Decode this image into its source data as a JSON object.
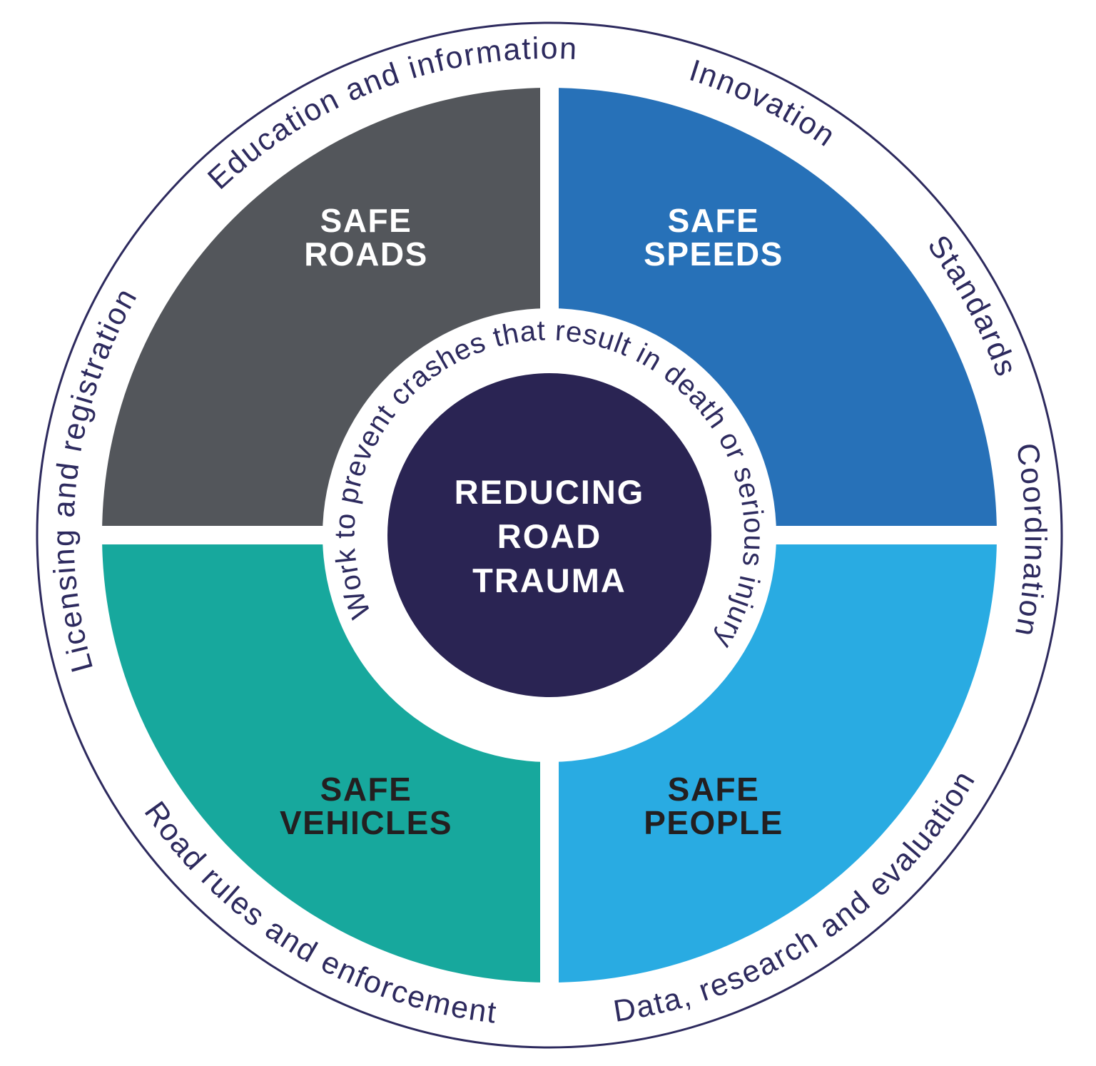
{
  "diagram": {
    "center_circle": {
      "line1": "REDUCING",
      "line2": "ROAD",
      "line3": "TRAUMA",
      "fill": "#2A2453",
      "text_color": "#FFFFFF"
    },
    "inner_ring_text": "Work to prevent crashes that result in death or serious injury",
    "quadrants": [
      {
        "line1": "SAFE",
        "line2": "ROADS",
        "fill": "#53565B",
        "label_color": "#FFFFFF"
      },
      {
        "line1": "SAFE",
        "line2": "SPEEDS",
        "fill": "#2771B8",
        "label_color": "#FFFFFF"
      },
      {
        "line1": "SAFE",
        "line2": "VEHICLES",
        "fill": "#17A89D",
        "label_color": "#231F20"
      },
      {
        "line1": "SAFE",
        "line2": "PEOPLE",
        "fill": "#29ABE2",
        "label_color": "#231F20"
      }
    ],
    "outer_labels": {
      "licensing": "Licensing and registration",
      "education": "Education and information",
      "innovation": "Innovation",
      "standards": "Standards",
      "coordination": "Coordination",
      "road_rules": "Road rules and enforcement",
      "data_research": "Data, research and evaluation"
    },
    "ring": {
      "border_color": "#2D2A5E",
      "text_color": "#2D2A5E",
      "background": "#FFFFFF"
    }
  }
}
